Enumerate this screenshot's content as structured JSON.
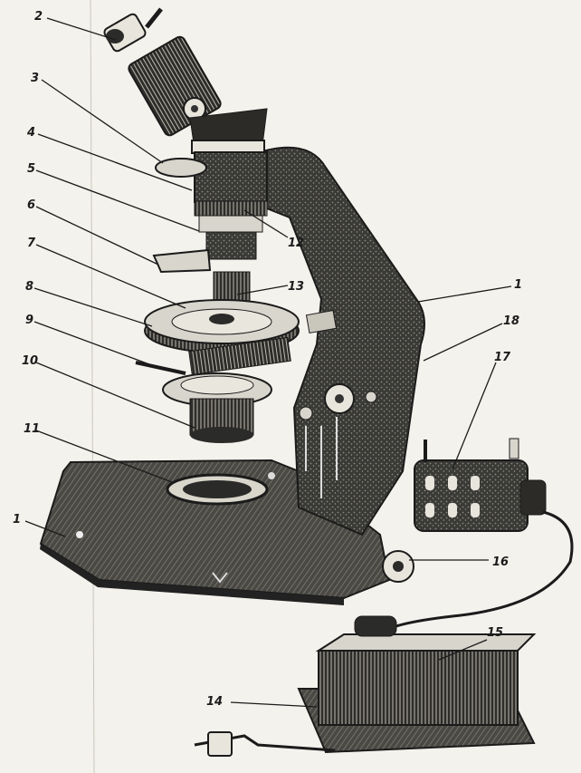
{
  "figure": {
    "callouts": [
      {
        "id": "c1a",
        "text": "1"
      },
      {
        "id": "c1b",
        "text": "1"
      },
      {
        "id": "c2",
        "text": "2"
      },
      {
        "id": "c3",
        "text": "3"
      },
      {
        "id": "c4",
        "text": "4"
      },
      {
        "id": "c5",
        "text": "5"
      },
      {
        "id": "c6",
        "text": "6"
      },
      {
        "id": "c7",
        "text": "7"
      },
      {
        "id": "c8",
        "text": "8"
      },
      {
        "id": "c9",
        "text": "9"
      },
      {
        "id": "c10",
        "text": "10"
      },
      {
        "id": "c11",
        "text": "11"
      },
      {
        "id": "c12",
        "text": "12"
      },
      {
        "id": "c13",
        "text": "13"
      },
      {
        "id": "c14",
        "text": "14"
      },
      {
        "id": "c15",
        "text": "15"
      },
      {
        "id": "c16",
        "text": "16"
      },
      {
        "id": "c17",
        "text": "17"
      },
      {
        "id": "c18",
        "text": "18"
      }
    ]
  }
}
